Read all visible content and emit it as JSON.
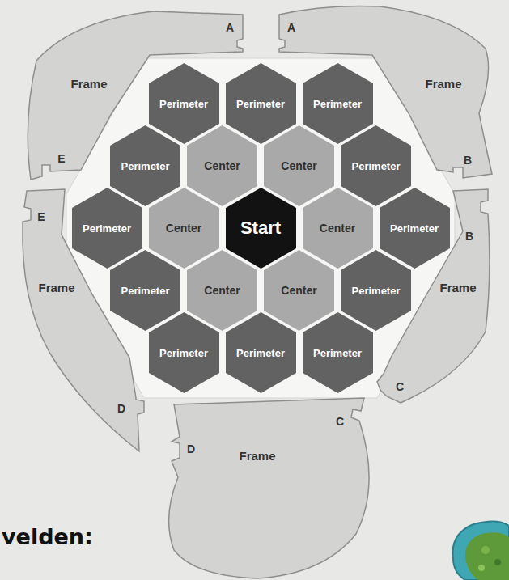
{
  "diagram": {
    "nodes": [
      {
        "text": [
          "Frame"
        ]
      },
      {
        "text": [
          "Frame"
        ]
      },
      {
        "text": [
          "Perimeter"
        ]
      },
      {
        "text": [
          "Perimeter"
        ]
      },
      {
        "text": [
          "Perimeter"
        ]
      },
      {
        "text": [
          "Perimeter"
        ]
      },
      {
        "text": [
          "Center"
        ]
      },
      {
        "text": [
          "Center"
        ]
      },
      {
        "text": [
          "Perimeter"
        ]
      },
      {
        "text": [
          "Perimeter"
        ]
      },
      {
        "text": [
          "Center"
        ]
      },
      {
        "text": [
          "Start"
        ]
      },
      {
        "text": [
          "Center"
        ]
      },
      {
        "text": [
          "Perimeter"
        ]
      },
      {
        "text": [
          "Frame"
        ]
      },
      {
        "text": [
          "Perimeter"
        ]
      },
      {
        "text": [
          "Center"
        ]
      },
      {
        "text": [
          "Center"
        ]
      },
      {
        "text": [
          "Perimeter"
        ]
      },
      {
        "text": [
          "Frame"
        ]
      },
      {
        "text": [
          "Perimeter"
        ]
      },
      {
        "text": [
          "Perimeter"
        ]
      },
      {
        "text": [
          "Perimeter"
        ]
      },
      {
        "text": [
          "Frame"
        ]
      }
    ],
    "labels": [
      "A",
      "A",
      "E",
      "B",
      "E",
      "B",
      "C",
      "D",
      "C",
      "D",
      "velden:"
    ]
  }
}
